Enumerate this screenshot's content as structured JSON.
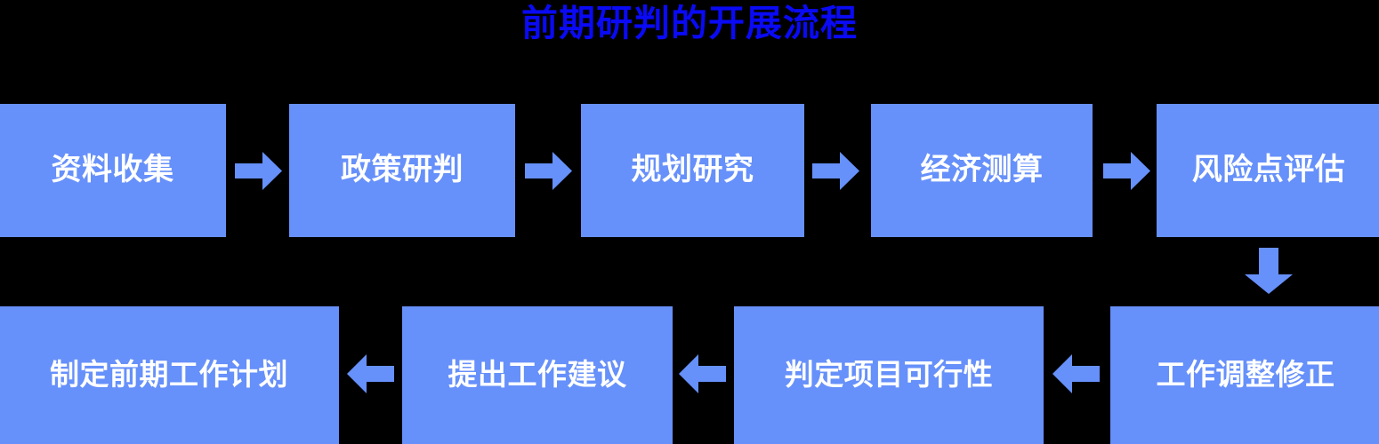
{
  "title": "前期研判的开展流程",
  "colors": {
    "background": "#000000",
    "title_text": "#0A0AF5",
    "node_fill": "#6690FA",
    "node_text": "#FFFFFF",
    "arrow_fill": "#6690FA"
  },
  "flow": {
    "top_row": [
      {
        "id": "step-1",
        "label": "资料收集"
      },
      {
        "id": "step-2",
        "label": "政策研判"
      },
      {
        "id": "step-3",
        "label": "规划研究"
      },
      {
        "id": "step-4",
        "label": "经济测算"
      },
      {
        "id": "step-5",
        "label": "风险点评估"
      }
    ],
    "bottom_row": [
      {
        "id": "step-9",
        "label": "制定前期工作计划"
      },
      {
        "id": "step-8",
        "label": "提出工作建议"
      },
      {
        "id": "step-7",
        "label": "判定项目可行性"
      },
      {
        "id": "step-6",
        "label": "工作调整修正"
      }
    ],
    "connectors": [
      {
        "id": "arrow-1",
        "direction": "right",
        "from": "step-1",
        "to": "step-2"
      },
      {
        "id": "arrow-2",
        "direction": "right",
        "from": "step-2",
        "to": "step-3"
      },
      {
        "id": "arrow-3",
        "direction": "right",
        "from": "step-3",
        "to": "step-4"
      },
      {
        "id": "arrow-4",
        "direction": "right",
        "from": "step-4",
        "to": "step-5"
      },
      {
        "id": "arrow-5",
        "direction": "down",
        "from": "step-5",
        "to": "step-6"
      },
      {
        "id": "arrow-6",
        "direction": "left",
        "from": "step-6",
        "to": "step-7"
      },
      {
        "id": "arrow-7",
        "direction": "left",
        "from": "step-7",
        "to": "step-8"
      },
      {
        "id": "arrow-8",
        "direction": "left",
        "from": "step-8",
        "to": "step-9"
      }
    ]
  }
}
